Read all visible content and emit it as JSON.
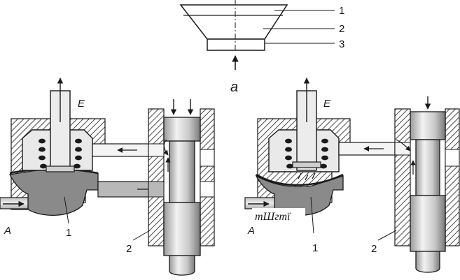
{
  "figure": {
    "top": {
      "part_labels": [
        "1",
        "2",
        "3"
      ],
      "panel_letter": "a"
    },
    "left": {
      "exit_label": "E",
      "inlet_label": "A",
      "part_labels": [
        "1",
        "2"
      ]
    },
    "right": {
      "exit_label": "E",
      "inlet_label": "A",
      "part_labels": [
        "1",
        "2"
      ],
      "scan_artifact_text": "тШгmї"
    }
  },
  "colors": {
    "ink": "#1a1a1a",
    "fluid": "#8a8a8a",
    "fluid_light": "#b8b8b8",
    "metal": "#d9d9d9",
    "background": "#ffffff"
  }
}
